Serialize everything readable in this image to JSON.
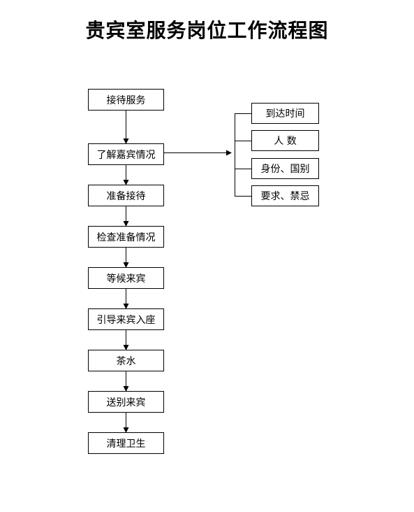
{
  "title": "贵宾室服务岗位工作流程图",
  "steps": [
    "接待服务",
    "了解嘉宾情况",
    "准备接待",
    "检查准备情况",
    "等候来宾",
    "引导来宾入座",
    "茶水",
    "送别来宾",
    "清理卫生"
  ],
  "details": [
    "到达时间",
    "人 数",
    "身份、国别",
    "要求、禁忌"
  ]
}
